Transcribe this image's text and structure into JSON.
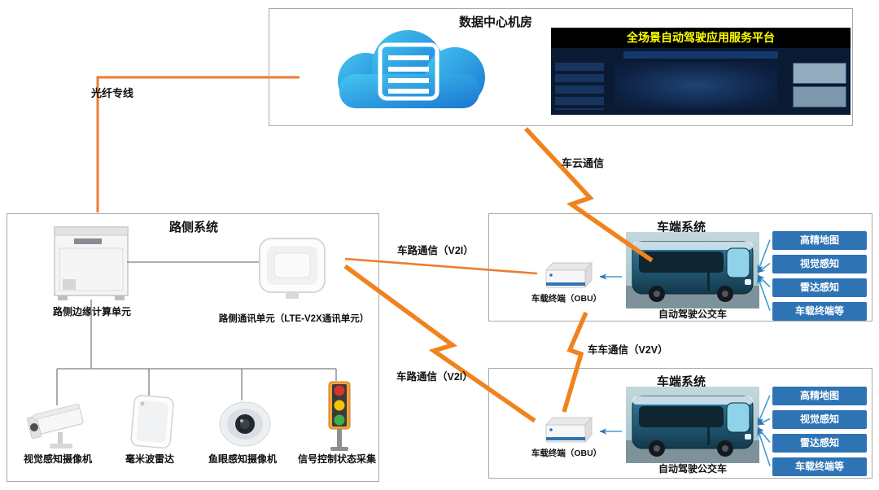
{
  "colors": {
    "orange_line": "#ED7D31",
    "bolt_orange": "#F0831E",
    "tag_blue": "#2E74B5",
    "arrow_blue": "#2E75B6",
    "fan_blue": "#3D9BD4",
    "platform_title_fg": "#FFFF00",
    "platform_title_bg": "#000000"
  },
  "datacenter": {
    "title": "数据中心机房",
    "platform_title": "全场景自动驾驶应用服务平台"
  },
  "connections": {
    "fiber": "光纤专线",
    "cloud_vehicle": "车云通信",
    "v2i_top": "车路通信（V2I）",
    "v2i_bottom": "车路通信（V2I）",
    "v2v": "车车通信（V2V）"
  },
  "roadside": {
    "title": "路侧系统",
    "edge_unit": "路侧边缘计算单元",
    "comm_unit": "路侧通讯单元（LTE-V2X通讯单元）",
    "devices": [
      {
        "label": "视觉感知摄像机"
      },
      {
        "label": "毫米波雷达"
      },
      {
        "label": "鱼眼感知摄像机"
      },
      {
        "label": "信号控制状态采集"
      }
    ]
  },
  "vehicle_systems": [
    {
      "title": "车端系统",
      "obu": "车载终端（OBU）",
      "bus": "自动驾驶公交车",
      "tags": [
        "高精地图",
        "视觉感知",
        "雷达感知",
        "车载终端等"
      ]
    },
    {
      "title": "车端系统",
      "obu": "车载终端（OBU）",
      "bus": "自动驾驶公交车",
      "tags": [
        "高精地图",
        "视觉感知",
        "雷达感知",
        "车载终端等"
      ]
    }
  ]
}
